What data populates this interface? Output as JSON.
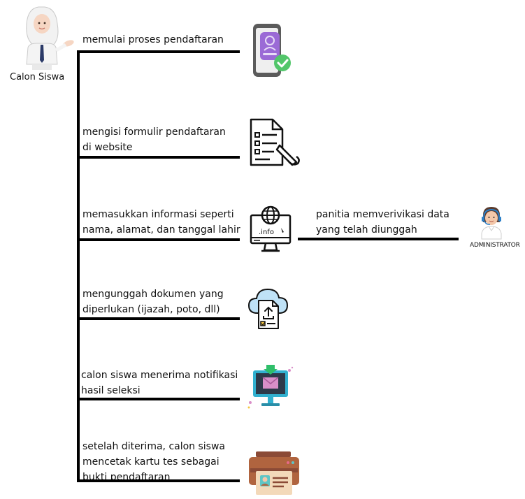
{
  "actors": {
    "student_label": "Calon Siswa",
    "admin_label": "ADMINISTRATOR"
  },
  "steps": [
    {
      "text": "memulai proses pendaftaran",
      "icon": "smartphone-check-icon"
    },
    {
      "text": "mengisi formulir pendaftaran\ndi website",
      "icon": "form-document-icon"
    },
    {
      "text": "memasukkan informasi seperti\nnama, alamat, dan tanggal lahir",
      "icon": "website-monitor-icon"
    },
    {
      "text": "mengunggah dokumen yang\ndiperlukan (ijazah, poto, dll)",
      "icon": "cloud-upload-document-icon"
    },
    {
      "text": "calon siswa menerima notifikasi\nhasil seleksi",
      "icon": "monitor-mail-notification-icon"
    },
    {
      "text": "setelah diterima, calon siswa\nmencetak kartu tes sebagai\nbukti pendaftaran",
      "icon": "printer-card-icon"
    }
  ],
  "verification": {
    "text": "panitia memverivikasi data\nyang telah diunggah"
  },
  "icon_labels": {
    "info": ".info"
  }
}
